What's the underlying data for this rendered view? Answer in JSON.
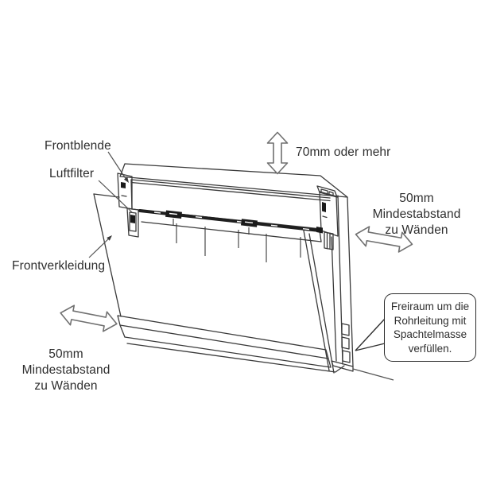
{
  "diagram": {
    "labels": {
      "frontblende": "Frontblende",
      "luftfilter": "Luftfilter",
      "frontverkleidung": "Frontverkleidung",
      "top_clearance": "70mm oder mehr",
      "right_clearance": {
        "line1": "50mm Mindestabstand",
        "line2": "zu Wänden"
      },
      "left_clearance": {
        "line1": "50mm Mindestabstand",
        "line2": "zu Wänden"
      },
      "pipe_callout": {
        "line1": "Freiraum um die",
        "line2": "Rohrleitung mit",
        "line3": "Spachtelmasse",
        "line4": "verfüllen."
      }
    },
    "colors": {
      "background": "#ffffff",
      "line": "#3a3a3a",
      "text": "#2e2e2e",
      "arrow_outline": "#707070"
    }
  }
}
